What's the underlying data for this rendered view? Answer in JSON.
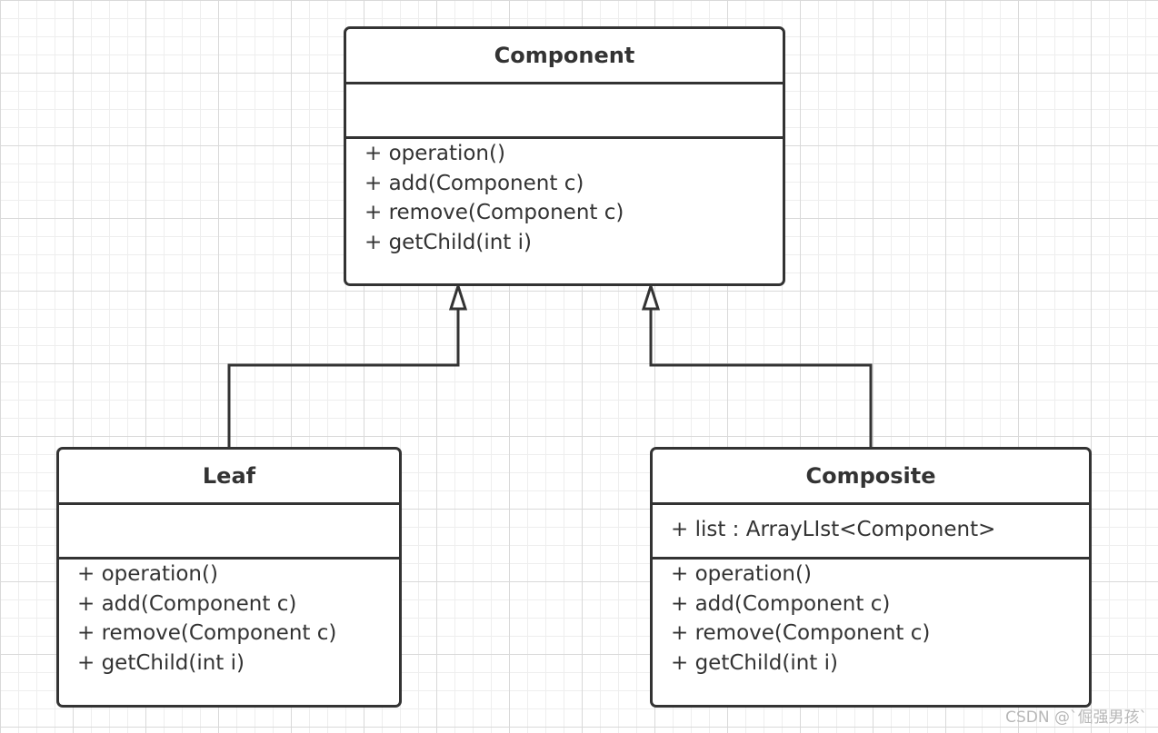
{
  "diagram": {
    "classes": {
      "component": {
        "name": "Component",
        "attributes": [],
        "operations": [
          "+ operation()",
          "+ add(Component c)",
          "+ remove(Component c)",
          "+ getChild(int i)"
        ]
      },
      "leaf": {
        "name": "Leaf",
        "attributes": [],
        "operations": [
          "+ operation()",
          "+ add(Component c)",
          "+ remove(Component c)",
          "+ getChild(int i)"
        ]
      },
      "composite": {
        "name": "Composite",
        "attributes": [
          "+ list : ArrayLIst<Component>"
        ],
        "operations": [
          "+ operation()",
          "+ add(Component c)",
          "+ remove(Component c)",
          "+ getChild(int i)"
        ]
      }
    },
    "relations": [
      {
        "type": "generalization",
        "from": "Leaf",
        "to": "Component"
      },
      {
        "type": "generalization",
        "from": "Composite",
        "to": "Component"
      }
    ]
  },
  "watermark": "CSDN @`倔强男孩`",
  "colors": {
    "line": "#333333",
    "background": "#ffffff",
    "grid": "#e6e6e6"
  }
}
